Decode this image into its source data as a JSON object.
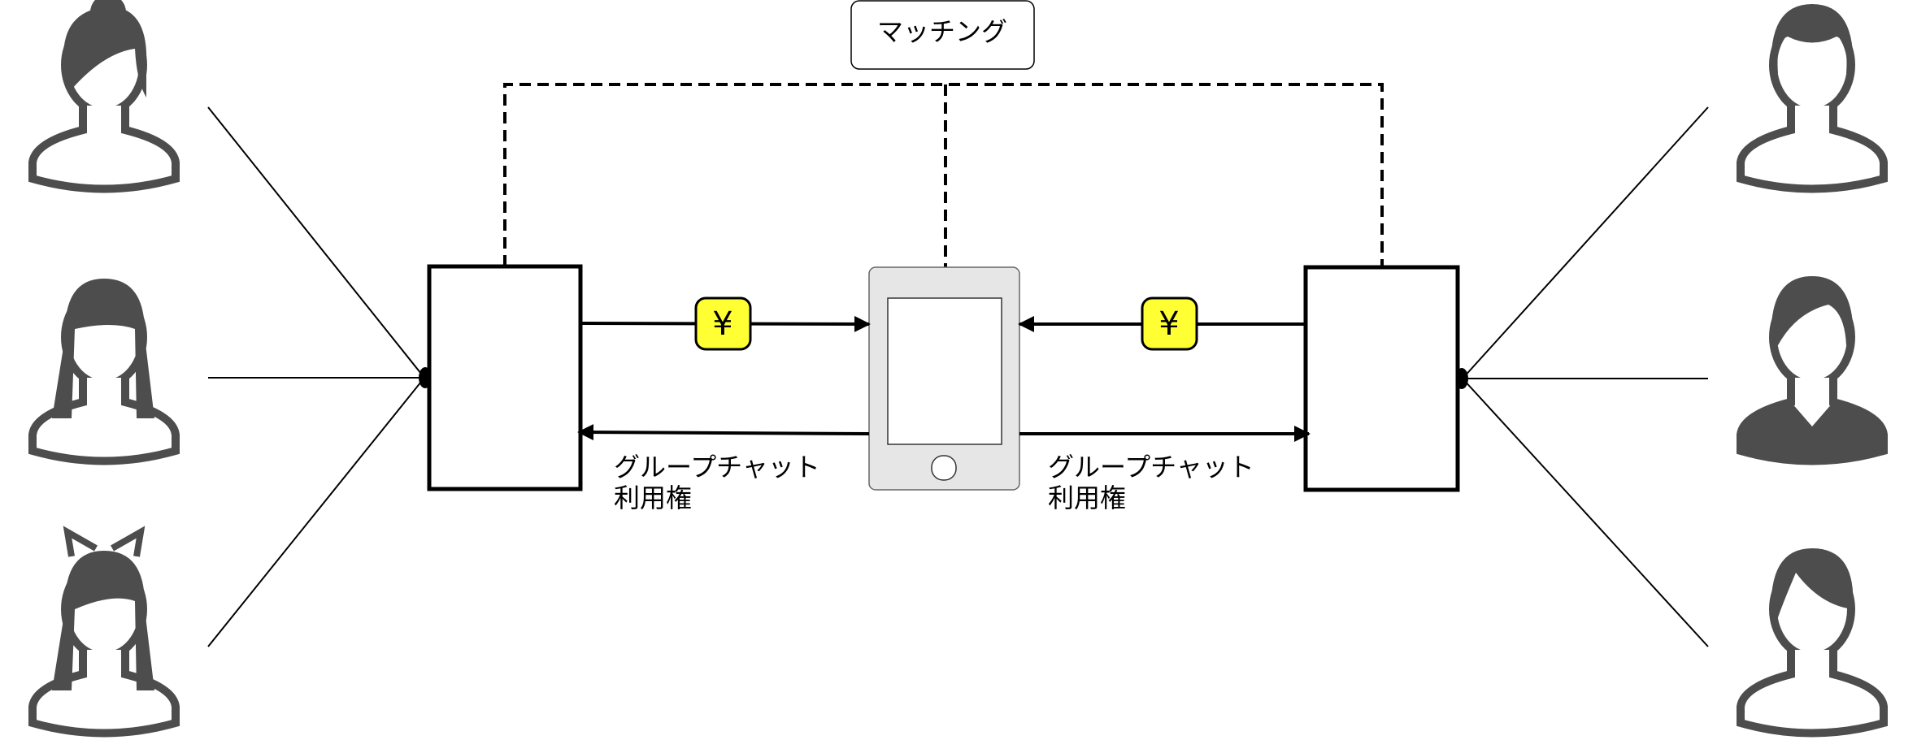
{
  "matching_label": "マッチング",
  "yen_symbol": "¥",
  "left_label": {
    "line1": "グループチャット",
    "line2": "利用権"
  },
  "right_label": {
    "line1": "グループチャット",
    "line2": "利用権"
  },
  "colors": {
    "person": "#4d4d4d",
    "yen_badge": "#ffff33",
    "phone_body": "#e6e6e6"
  },
  "icons": {
    "left": [
      "woman-icon",
      "woman-long-hair-icon",
      "girl-ribbon-icon"
    ],
    "right": [
      "man-icon",
      "businessman-icon",
      "young-man-icon"
    ]
  }
}
